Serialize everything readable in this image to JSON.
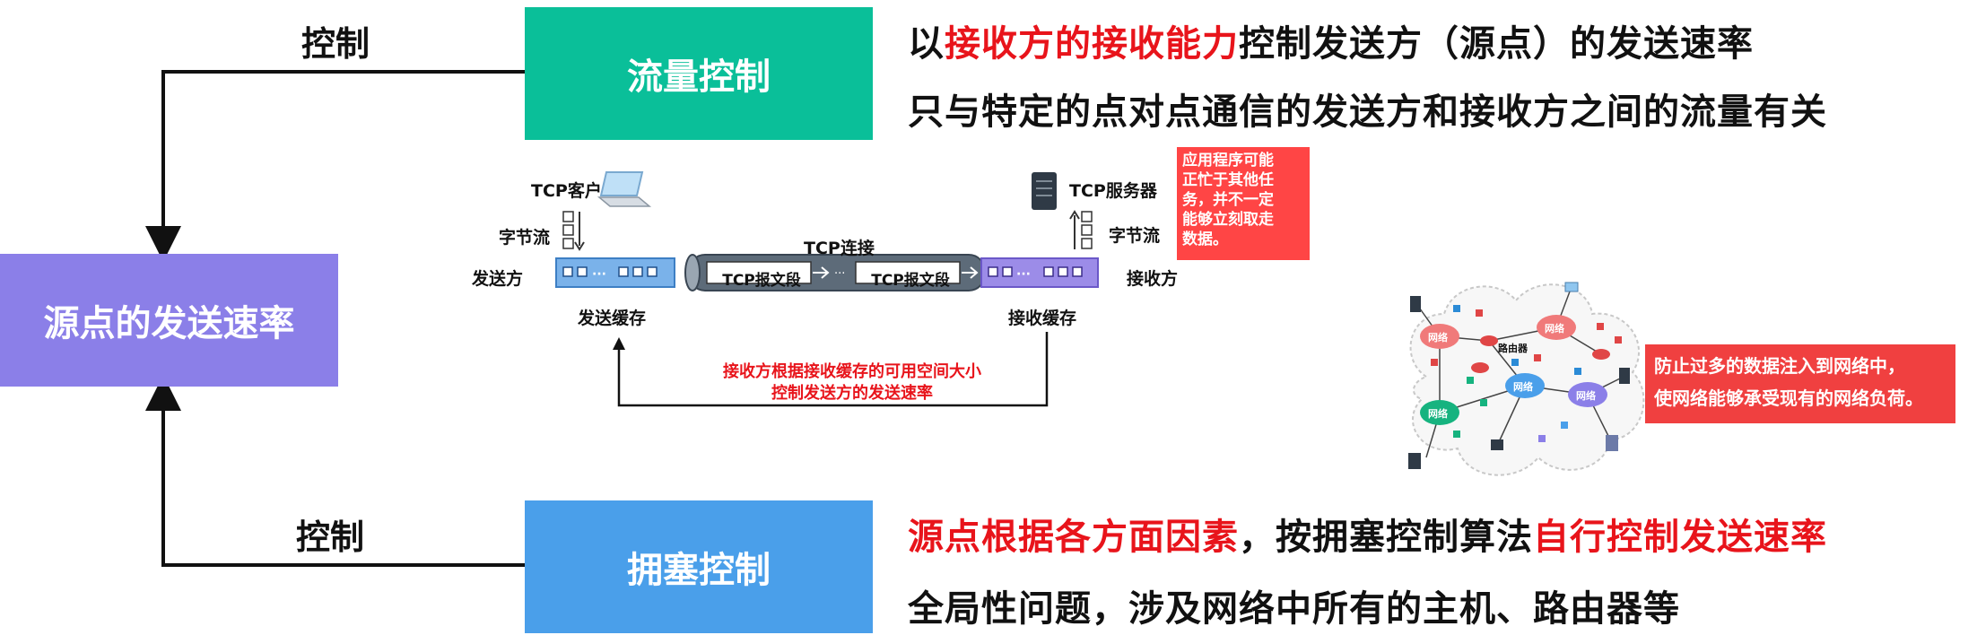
{
  "left": {
    "source_box": "源点的发送速率",
    "control_top": "控制",
    "control_bottom": "控制"
  },
  "flow_control": {
    "title": "流量控制",
    "line1_a": "以",
    "line1_b": "接收方的接收能力",
    "line1_c": "控制发送方（源点）的发送速率",
    "line2": "只与特定的点对点通信的发送方和接收方之间的流量有关"
  },
  "tcp_diagram": {
    "client": "TCP客户",
    "server": "TCP服务器",
    "byte_stream_left": "字节流",
    "byte_stream_right": "字节流",
    "sender": "发送方",
    "receiver": "接收方",
    "send_buffer": "发送缓存",
    "recv_buffer": "接收缓存",
    "connection": "TCP连接",
    "segment1": "TCP报文段",
    "segment2": "TCP报文段",
    "note_line1": "接收方根据接收缓存的可用空间大小",
    "note_line2": "控制发送方的发送速率",
    "app_busy_note": [
      "应用程序可能",
      "正忙于其他任",
      "务，并不一定",
      "能够立刻取走",
      "数据。"
    ]
  },
  "network_diagram": {
    "router_label": "路由器",
    "network_labels": [
      "网络",
      "网络",
      "网络",
      "网络",
      "网络"
    ],
    "note_line1": "防止过多的数据注入到网络中，",
    "note_line2": "使网络能够承受现有的网络负荷。"
  },
  "congestion_control": {
    "title": "拥塞控制",
    "line1_a": "源点根据各方面因素",
    "line1_b": "，按拥塞控制算法",
    "line1_c": "自行控制发送速率",
    "line2": "全局性问题，涉及网络中所有的主机、路由器等"
  },
  "colors": {
    "flow_box": "#0abf99",
    "congestion_box": "#4a9fea",
    "source_box": "#8b7fe8",
    "highlight_red": "#e8141b",
    "busy_note_bg": "#ff4545",
    "net_note_bg": "#f04040"
  }
}
